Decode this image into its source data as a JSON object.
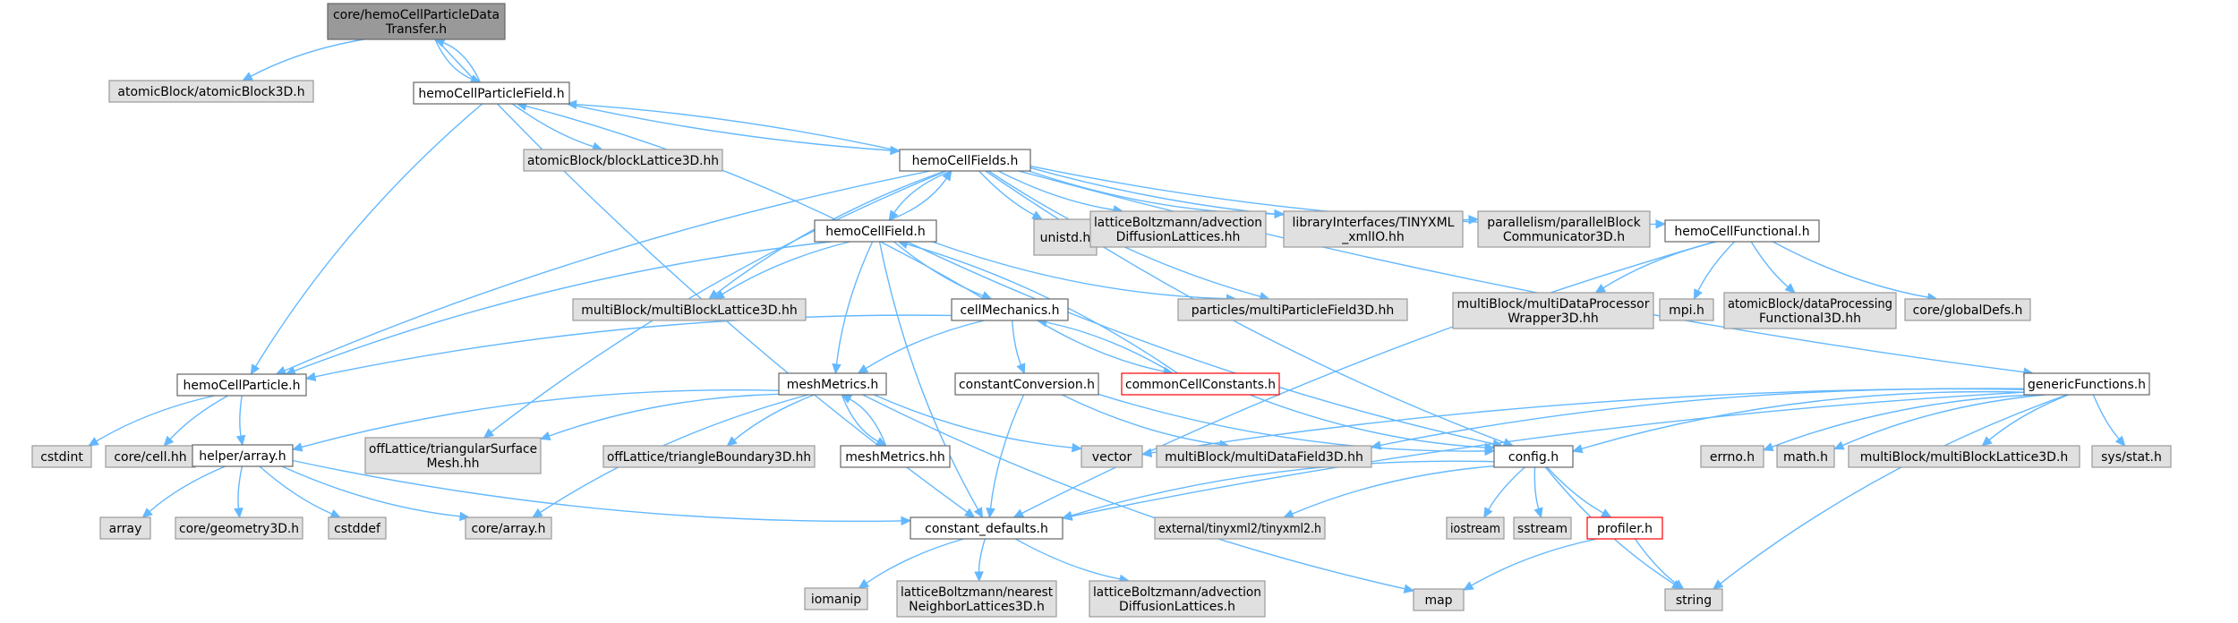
{
  "colors": {
    "edge": "#63b8ff",
    "root_fill": "#999999",
    "root_border": "#666666",
    "documented_fill": "#ffffff",
    "documented_border": "#666666",
    "external_fill": "#e0e0e0",
    "external_border": "#999999",
    "truncated_border": "#ff0000"
  },
  "nodes": [
    {
      "id": "root",
      "lines": [
        "core/hemoCellParticleData",
        "Transfer.h"
      ],
      "kind": "root"
    },
    {
      "id": "ab3d",
      "lines": [
        "atomicBlock/atomicBlock3D.h"
      ],
      "kind": "external"
    },
    {
      "id": "hcpf",
      "lines": [
        "hemoCellParticleField.h"
      ],
      "kind": "documented"
    },
    {
      "id": "abbl",
      "lines": [
        "atomicBlock/blockLattice3D.hh"
      ],
      "kind": "external"
    },
    {
      "id": "hcfs",
      "lines": [
        "hemoCellFields.h"
      ],
      "kind": "documented"
    },
    {
      "id": "unistd",
      "lines": [
        "unistd.h"
      ],
      "kind": "external"
    },
    {
      "id": "lbadl",
      "lines": [
        "latticeBoltzmann/advection",
        "DiffusionLattices.hh"
      ],
      "kind": "external"
    },
    {
      "id": "tinyxmlio",
      "lines": [
        "libraryInterfaces/TINYXML",
        "_xmlIO.hh"
      ],
      "kind": "external"
    },
    {
      "id": "pbc",
      "lines": [
        "parallelism/parallelBlock",
        "Communicator3D.h"
      ],
      "kind": "external"
    },
    {
      "id": "hcfunc",
      "lines": [
        "hemoCellFunctional.h"
      ],
      "kind": "documented"
    },
    {
      "id": "hcf",
      "lines": [
        "hemoCellField.h"
      ],
      "kind": "documented"
    },
    {
      "id": "mbl3dhh",
      "lines": [
        "multiBlock/multiBlockLattice3D.hh"
      ],
      "kind": "external"
    },
    {
      "id": "cellmech",
      "lines": [
        "cellMechanics.h"
      ],
      "kind": "documented"
    },
    {
      "id": "pmpf",
      "lines": [
        "particles/multiParticleField3D.hh"
      ],
      "kind": "external"
    },
    {
      "id": "mdpw",
      "lines": [
        "multiBlock/multiDataProcessor",
        "Wrapper3D.hh"
      ],
      "kind": "external"
    },
    {
      "id": "mpi",
      "lines": [
        "mpi.h"
      ],
      "kind": "external"
    },
    {
      "id": "abdpf",
      "lines": [
        "atomicBlock/dataProcessing",
        "Functional3D.hh"
      ],
      "kind": "external"
    },
    {
      "id": "globaldefs",
      "lines": [
        "core/globalDefs.h"
      ],
      "kind": "external"
    },
    {
      "id": "hcp",
      "lines": [
        "hemoCellParticle.h"
      ],
      "kind": "documented"
    },
    {
      "id": "meshmetrics",
      "lines": [
        "meshMetrics.h"
      ],
      "kind": "documented"
    },
    {
      "id": "constconv",
      "lines": [
        "constantConversion.h"
      ],
      "kind": "documented"
    },
    {
      "id": "ccc",
      "lines": [
        "commonCellConstants.h"
      ],
      "kind": "truncated"
    },
    {
      "id": "genfunc",
      "lines": [
        "genericFunctions.h"
      ],
      "kind": "documented"
    },
    {
      "id": "cstdint",
      "lines": [
        "cstdint"
      ],
      "kind": "external"
    },
    {
      "id": "corecell",
      "lines": [
        "core/cell.hh"
      ],
      "kind": "external"
    },
    {
      "id": "helperarray",
      "lines": [
        "helper/array.h"
      ],
      "kind": "documented"
    },
    {
      "id": "otsm",
      "lines": [
        "offLattice/triangularSurface",
        "Mesh.hh"
      ],
      "kind": "external"
    },
    {
      "id": "otb3d",
      "lines": [
        "offLattice/triangleBoundary3D.hh"
      ],
      "kind": "external"
    },
    {
      "id": "meshmetricshh",
      "lines": [
        "meshMetrics.hh"
      ],
      "kind": "documented"
    },
    {
      "id": "vector",
      "lines": [
        "vector"
      ],
      "kind": "external"
    },
    {
      "id": "mdf3d",
      "lines": [
        "multiBlock/multiDataField3D.hh"
      ],
      "kind": "external"
    },
    {
      "id": "config",
      "lines": [
        "config.h"
      ],
      "kind": "documented"
    },
    {
      "id": "errno",
      "lines": [
        "errno.h"
      ],
      "kind": "external"
    },
    {
      "id": "math",
      "lines": [
        "math.h"
      ],
      "kind": "external"
    },
    {
      "id": "mbl3dh",
      "lines": [
        "multiBlock/multiBlockLattice3D.h"
      ],
      "kind": "external"
    },
    {
      "id": "sysstat",
      "lines": [
        "sys/stat.h"
      ],
      "kind": "external"
    },
    {
      "id": "array",
      "lines": [
        "array"
      ],
      "kind": "external"
    },
    {
      "id": "coregeom",
      "lines": [
        "core/geometry3D.h"
      ],
      "kind": "external"
    },
    {
      "id": "cstddef",
      "lines": [
        "cstddef"
      ],
      "kind": "external"
    },
    {
      "id": "corearray",
      "lines": [
        "core/array.h"
      ],
      "kind": "external"
    },
    {
      "id": "constdefaults",
      "lines": [
        "constant_defaults.h"
      ],
      "kind": "documented"
    },
    {
      "id": "tinyxml2",
      "lines": [
        "external/tinyxml2/tinyxml2.h"
      ],
      "kind": "external"
    },
    {
      "id": "iostream",
      "lines": [
        "iostream"
      ],
      "kind": "external"
    },
    {
      "id": "sstream",
      "lines": [
        "sstream"
      ],
      "kind": "external"
    },
    {
      "id": "profiler",
      "lines": [
        "profiler.h"
      ],
      "kind": "truncated"
    },
    {
      "id": "iomanip",
      "lines": [
        "iomanip"
      ],
      "kind": "external"
    },
    {
      "id": "lbnn",
      "lines": [
        "latticeBoltzmann/nearest",
        "NeighborLattices3D.h"
      ],
      "kind": "external"
    },
    {
      "id": "lbadlh",
      "lines": [
        "latticeBoltzmann/advection",
        "DiffusionLattices.h"
      ],
      "kind": "external"
    },
    {
      "id": "map",
      "lines": [
        "map"
      ],
      "kind": "external"
    },
    {
      "id": "string",
      "lines": [
        "string"
      ],
      "kind": "external"
    }
  ],
  "edges": [
    [
      "root",
      "ab3d"
    ],
    [
      "root",
      "hcpf"
    ],
    [
      "root",
      "constdefaults"
    ],
    [
      "hcpf",
      "root"
    ],
    [
      "hcpf",
      "abbl"
    ],
    [
      "hcpf",
      "hcfs"
    ],
    [
      "hcpf",
      "hcp"
    ],
    [
      "hcfs",
      "hcpf"
    ],
    [
      "hcfs",
      "hcf"
    ],
    [
      "hcfs",
      "unistd"
    ],
    [
      "hcfs",
      "lbadl"
    ],
    [
      "hcfs",
      "tinyxmlio"
    ],
    [
      "hcfs",
      "pbc"
    ],
    [
      "hcfs",
      "hcfunc"
    ],
    [
      "hcfs",
      "mbl3dhh"
    ],
    [
      "hcfs",
      "pmpf"
    ],
    [
      "hcfs",
      "hcp"
    ],
    [
      "hcfs",
      "otsm"
    ],
    [
      "hcfs",
      "genfunc"
    ],
    [
      "hcfs",
      "config"
    ],
    [
      "hcf",
      "hcfs"
    ],
    [
      "hcf",
      "mbl3dhh"
    ],
    [
      "hcf",
      "cellmech"
    ],
    [
      "hcf",
      "pmpf"
    ],
    [
      "hcf",
      "meshmetrics"
    ],
    [
      "hcf",
      "hcp"
    ],
    [
      "hcf",
      "constdefaults"
    ],
    [
      "hcf",
      "config"
    ],
    [
      "hcfunc",
      "mdpw"
    ],
    [
      "hcfunc",
      "mpi"
    ],
    [
      "hcfunc",
      "abdpf"
    ],
    [
      "hcfunc",
      "globaldefs"
    ],
    [
      "hcfunc",
      "constdefaults"
    ],
    [
      "cellmech",
      "hcpf"
    ],
    [
      "cellmech",
      "hcp"
    ],
    [
      "cellmech",
      "meshmetrics"
    ],
    [
      "cellmech",
      "constconv"
    ],
    [
      "cellmech",
      "ccc"
    ],
    [
      "ccc",
      "cellmech"
    ],
    [
      "ccc",
      "hcf"
    ],
    [
      "ccc",
      "config"
    ],
    [
      "hcp",
      "cstdint"
    ],
    [
      "hcp",
      "corecell"
    ],
    [
      "hcp",
      "helperarray"
    ],
    [
      "meshmetrics",
      "helperarray"
    ],
    [
      "meshmetrics",
      "otsm"
    ],
    [
      "meshmetrics",
      "otb3d"
    ],
    [
      "meshmetrics",
      "meshmetricshh"
    ],
    [
      "meshmetrics",
      "vector"
    ],
    [
      "meshmetrics",
      "corearray"
    ],
    [
      "meshmetrics",
      "map"
    ],
    [
      "meshmetricshh",
      "meshmetrics"
    ],
    [
      "constconv",
      "mdf3d"
    ],
    [
      "constconv",
      "config"
    ],
    [
      "constconv",
      "constdefaults"
    ],
    [
      "genfunc",
      "vector"
    ],
    [
      "genfunc",
      "mdf3d"
    ],
    [
      "genfunc",
      "config"
    ],
    [
      "genfunc",
      "errno"
    ],
    [
      "genfunc",
      "math"
    ],
    [
      "genfunc",
      "mbl3dh"
    ],
    [
      "genfunc",
      "sysstat"
    ],
    [
      "genfunc",
      "string"
    ],
    [
      "genfunc",
      "constdefaults"
    ],
    [
      "helperarray",
      "array"
    ],
    [
      "helperarray",
      "coregeom"
    ],
    [
      "helperarray",
      "cstddef"
    ],
    [
      "helperarray",
      "corearray"
    ],
    [
      "helperarray",
      "constdefaults"
    ],
    [
      "config",
      "constdefaults"
    ],
    [
      "config",
      "tinyxml2"
    ],
    [
      "config",
      "iostream"
    ],
    [
      "config",
      "sstream"
    ],
    [
      "config",
      "profiler"
    ],
    [
      "config",
      "string"
    ],
    [
      "profiler",
      "map"
    ],
    [
      "profiler",
      "string"
    ],
    [
      "constdefaults",
      "iomanip"
    ],
    [
      "constdefaults",
      "lbnn"
    ],
    [
      "constdefaults",
      "lbadlh"
    ]
  ]
}
